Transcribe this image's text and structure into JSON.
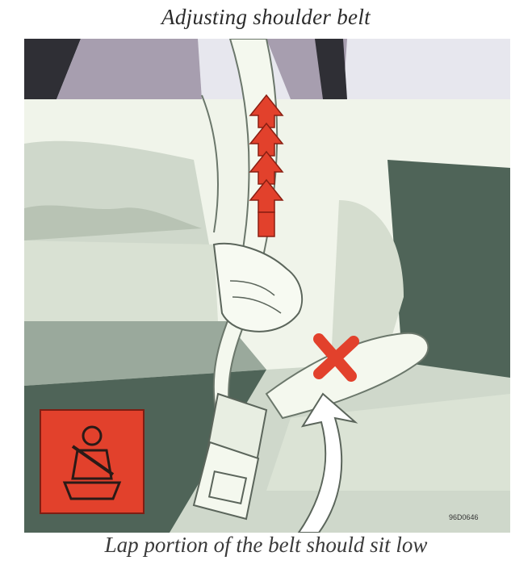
{
  "title": "Adjusting shoulder belt",
  "caption": "Lap portion of the belt should sit low",
  "figure_code": "96D0646",
  "icons": {
    "warning": "seatbelt-warning-icon",
    "arrow": "upward-arrow-icon",
    "cross": "red-x-icon"
  },
  "colors": {
    "accent_red": "#e2412c",
    "belt": "#f4f8ee",
    "dark_green": "#4f6458",
    "mid_green": "#9aa99c",
    "light_green": "#cfd8cb",
    "purple": "#a79eaf"
  }
}
